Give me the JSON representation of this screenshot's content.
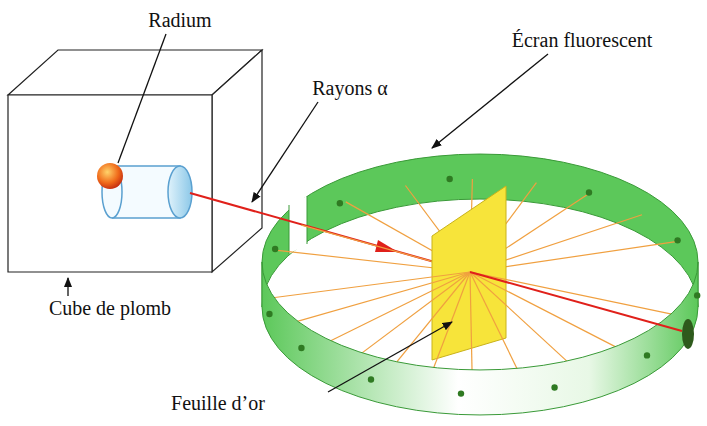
{
  "diagram": {
    "labels": [
      "Radium",
      "Rayons α",
      "Écran fluorescent",
      "Cube de plomb",
      "Feuille d’or"
    ]
  }
}
